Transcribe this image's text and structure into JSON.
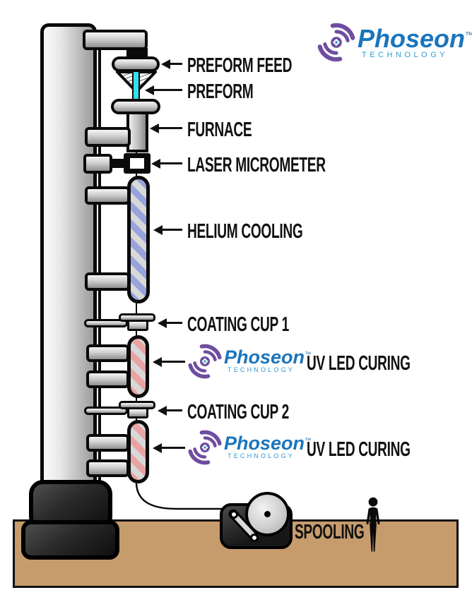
{
  "brand": {
    "name": "Phoseon",
    "tm": "™",
    "technology": "TECHNOLOGY"
  },
  "colors": {
    "label-ink": "#111111",
    "brand-blue": "#1b75bc",
    "brand-light-blue": "#2e9bd6",
    "brand-purple": "#6f4da0",
    "ground-tan": "#c79c6d",
    "preform-cyan": "#35dfe6",
    "helium-stripe-blue": "#98a2dc",
    "uv-stripe-pink": "#e9a3a3",
    "stripe-gray": "#d8d8d8"
  },
  "callouts": [
    {
      "id": "preform-feed",
      "text": "PREFORM FEED"
    },
    {
      "id": "preform",
      "text": "PREFORM"
    },
    {
      "id": "furnace",
      "text": "FURNACE"
    },
    {
      "id": "laser-micrometer",
      "text": "LASER MICROMETER"
    },
    {
      "id": "helium-cooling",
      "text": "HELIUM COOLING"
    },
    {
      "id": "coating-cup-1",
      "text": "COATING CUP 1"
    },
    {
      "id": "uv-led-curing-1",
      "text": "UV LED CURING"
    },
    {
      "id": "coating-cup-2",
      "text": "COATING CUP 2"
    },
    {
      "id": "uv-led-curing-2",
      "text": "UV LED CURING"
    },
    {
      "id": "spooling",
      "text": "SPOOLING"
    }
  ]
}
